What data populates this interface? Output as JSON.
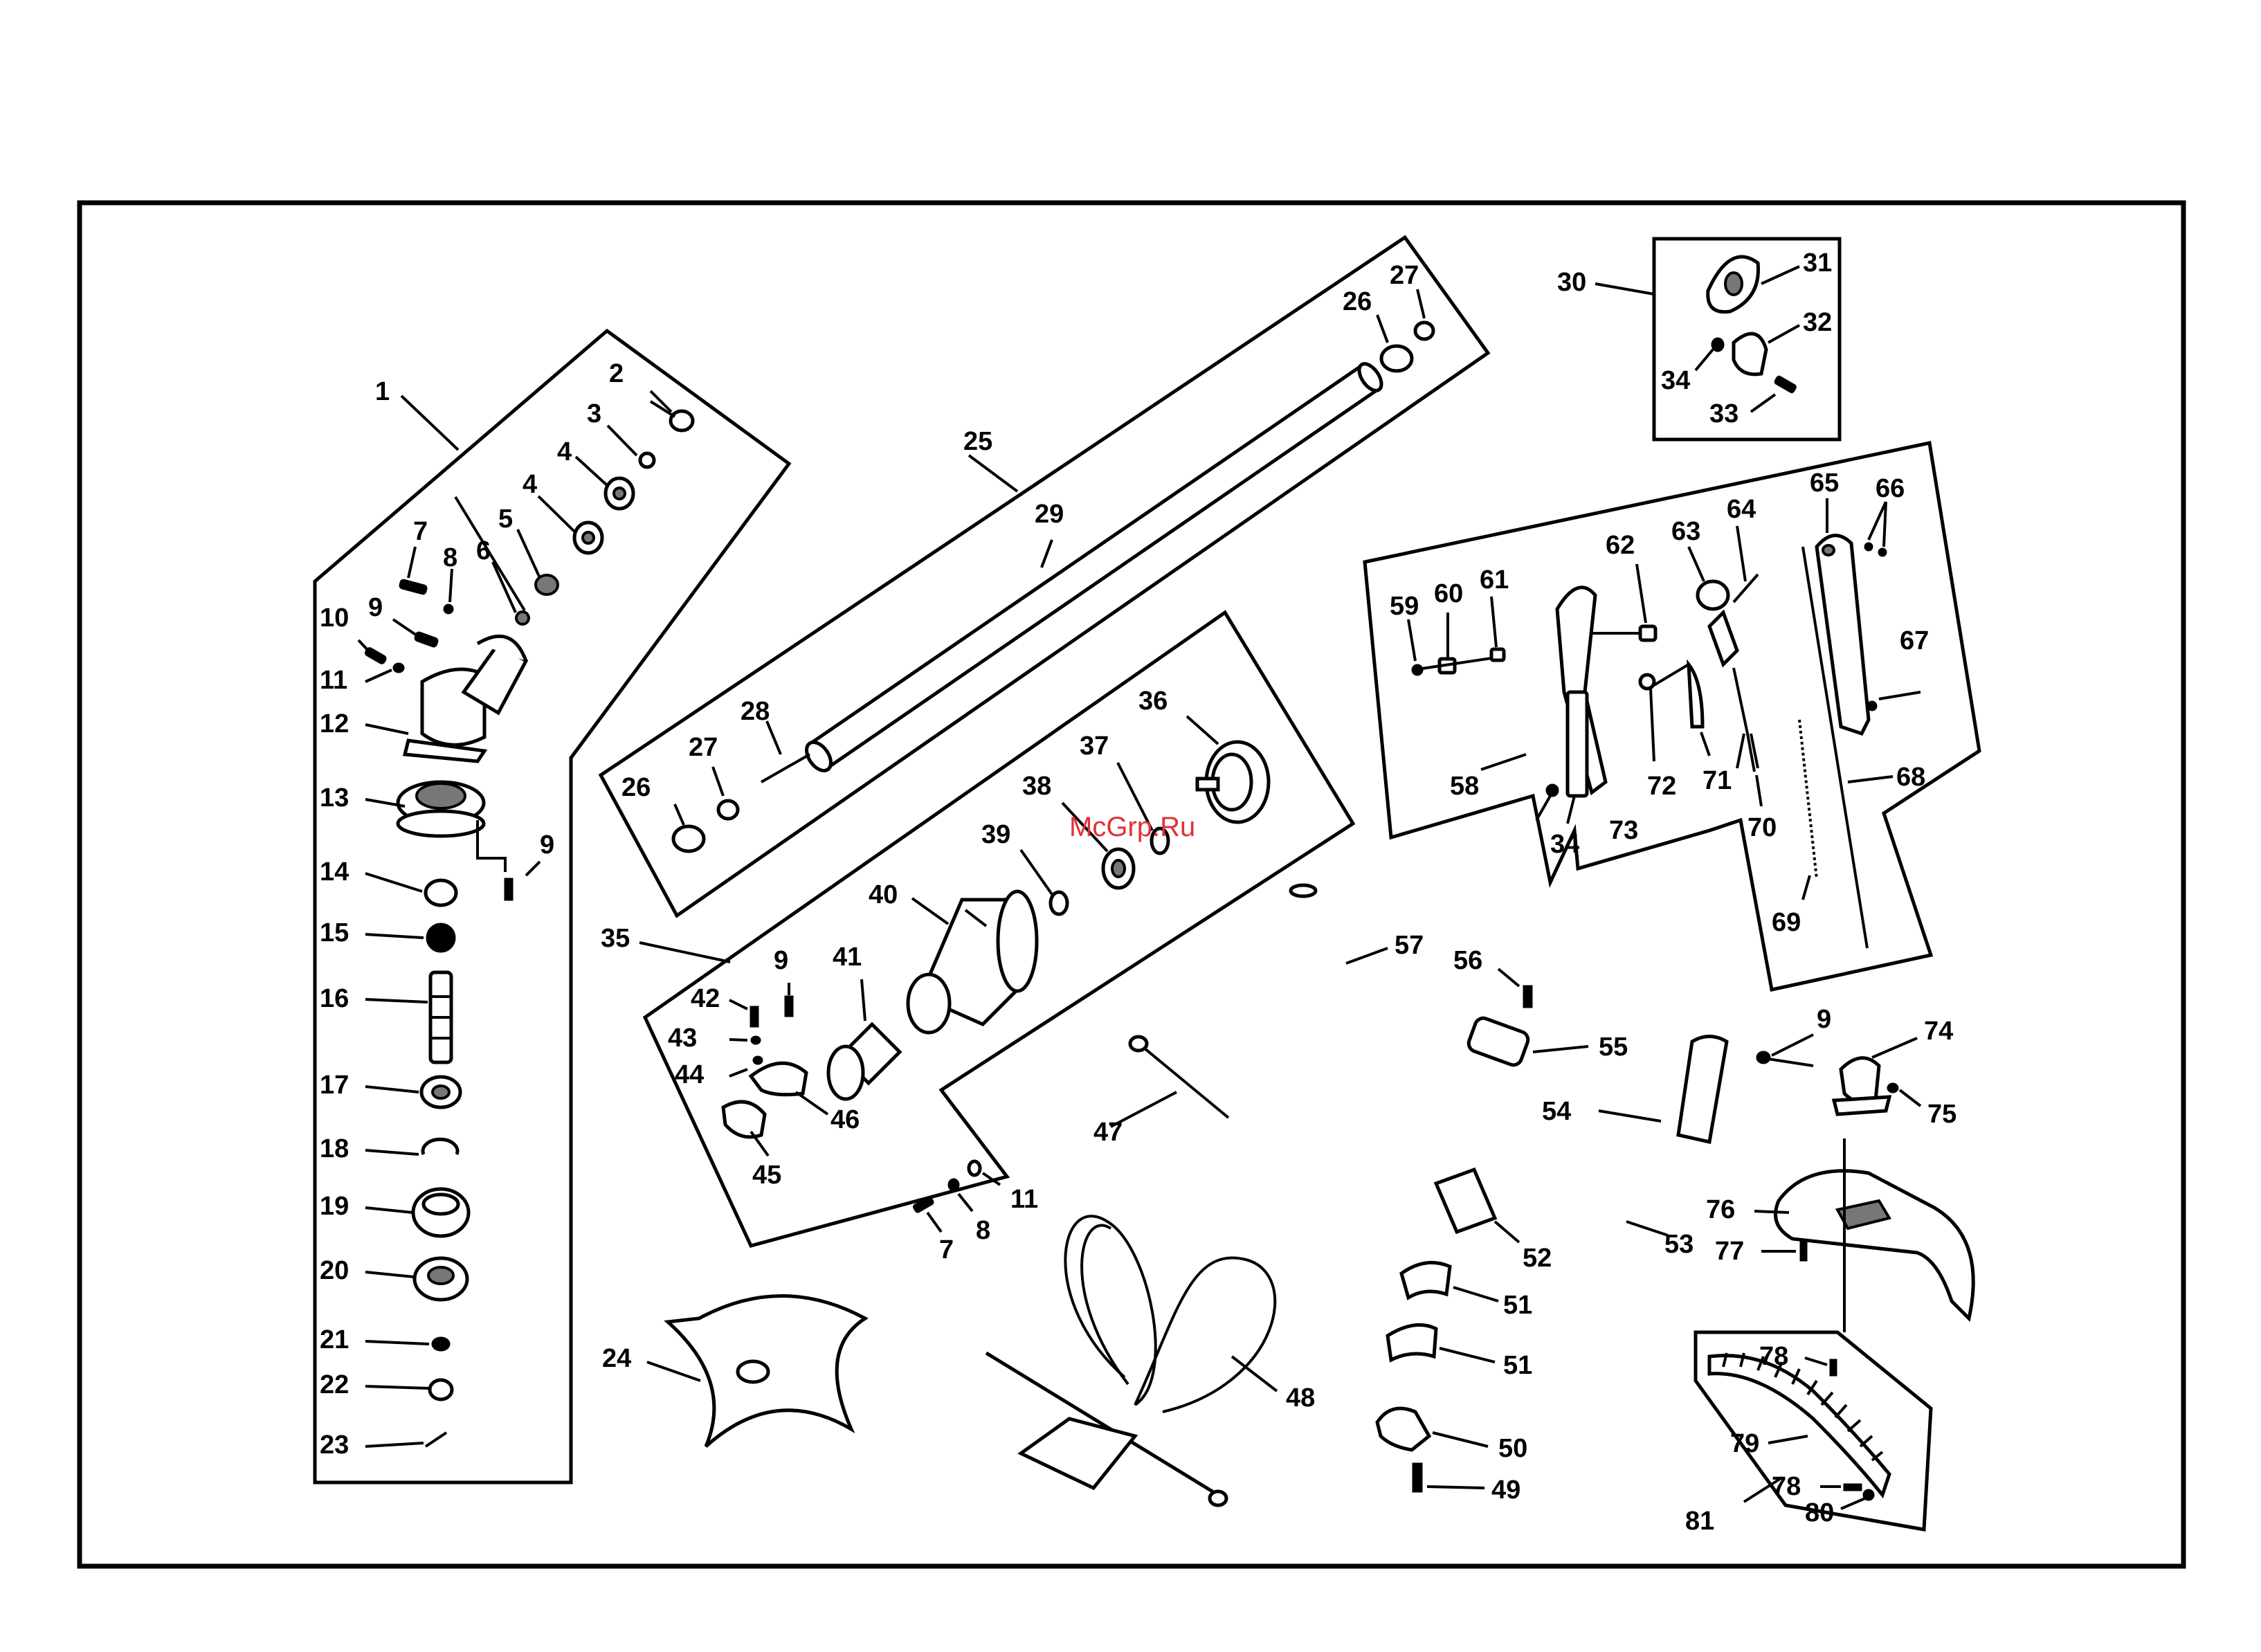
{
  "watermark": "McGrp.Ru",
  "callouts": {
    "c1": "1",
    "c2": "2",
    "c3": "3",
    "c4a": "4",
    "c4b": "4",
    "c5": "5",
    "c6": "6",
    "c7a": "7",
    "c8a": "8",
    "c9a": "9",
    "c10": "10",
    "c11a": "11",
    "c12": "12",
    "c13": "13",
    "c9b": "9",
    "c14": "14",
    "c15": "15",
    "c16": "16",
    "c17": "17",
    "c18": "18",
    "c19": "19",
    "c20": "20",
    "c21": "21",
    "c22": "22",
    "c23": "23",
    "c24": "24",
    "c25": "25",
    "c26a": "26",
    "c27a": "27",
    "c29": "29",
    "c28": "28",
    "c27b": "27",
    "c26b": "26",
    "c30": "30",
    "c31": "31",
    "c32": "32",
    "c34a": "34",
    "c33": "33",
    "c35": "35",
    "c36": "36",
    "c37": "37",
    "c38": "38",
    "c39": "39",
    "c40": "40",
    "c41": "41",
    "c9c": "9",
    "c42": "42",
    "c43": "43",
    "c44": "44",
    "c46": "46",
    "c45": "45",
    "c11b": "11",
    "c8b": "8",
    "c7b": "7",
    "c47": "47",
    "c48": "48",
    "c57": "57",
    "c56": "56",
    "c55": "55",
    "c54": "54",
    "c53": "53",
    "c52": "52",
    "c51a": "51",
    "c51b": "51",
    "c50": "50",
    "c49": "49",
    "c59": "59",
    "c60": "60",
    "c61": "61",
    "c62": "62",
    "c63": "63",
    "c64": "64",
    "c65": "65",
    "c66": "66",
    "c67": "67",
    "c58": "58",
    "c34b": "34",
    "c73": "73",
    "c72": "72",
    "c71": "71",
    "c70": "70",
    "c68": "68",
    "c69": "69",
    "c9d": "9",
    "c74": "74",
    "c75": "75",
    "c76": "76",
    "c77": "77",
    "c78a": "78",
    "c79": "79",
    "c78b": "78",
    "c80": "80",
    "c81": "81"
  }
}
